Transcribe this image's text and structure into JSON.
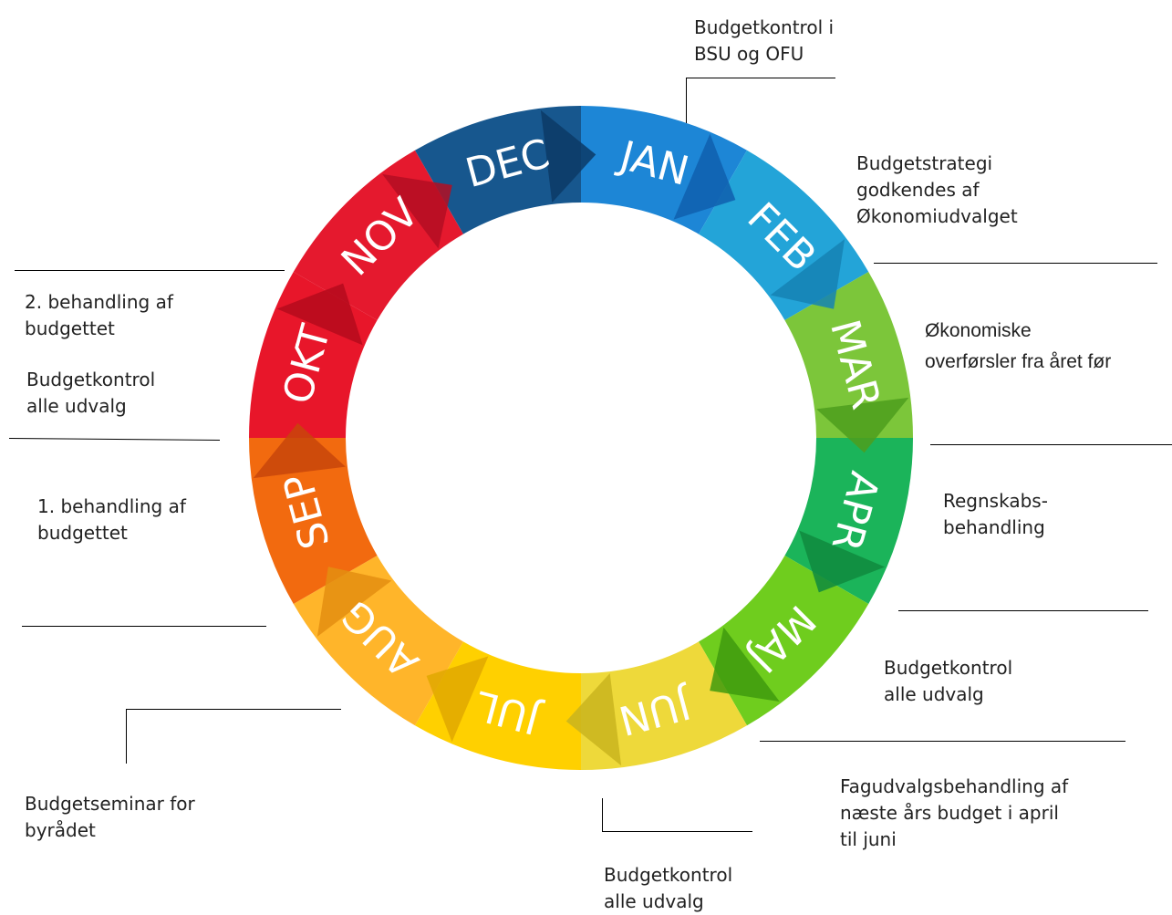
{
  "diagram": {
    "type": "annual-cycle-wheel",
    "months": [
      {
        "id": "jan",
        "label": "JAN",
        "color": "#1d86d6",
        "dark": "#0f5fae"
      },
      {
        "id": "feb",
        "label": "FEB",
        "color": "#23a4d8",
        "dark": "#1582b4"
      },
      {
        "id": "mar",
        "label": "MAR",
        "color": "#7cc63a",
        "dark": "#4e9d1d"
      },
      {
        "id": "apr",
        "label": "APR",
        "color": "#1bb45a",
        "dark": "#0f8a3e"
      },
      {
        "id": "maj",
        "label": "MAJ",
        "color": "#6fcd1e",
        "dark": "#3f9a0e"
      },
      {
        "id": "jun",
        "label": "JUN",
        "color": "#eed93a",
        "dark": "#c9b41e"
      },
      {
        "id": "jul",
        "label": "JUL",
        "color": "#ffd000",
        "dark": "#e0a800"
      },
      {
        "id": "aug",
        "label": "AUG",
        "color": "#ffb52a",
        "dark": "#e48e10"
      },
      {
        "id": "sep",
        "label": "SEP",
        "color": "#f26a0f",
        "dark": "#c8450a"
      },
      {
        "id": "okt",
        "label": "OKT",
        "color": "#e8162a",
        "dark": "#b50b1c"
      },
      {
        "id": "nov",
        "label": "NOV",
        "color": "#e5192e",
        "dark": "#b40e22"
      },
      {
        "id": "dec",
        "label": "DEC",
        "color": "#17578e",
        "dark": "#0c3a66"
      }
    ]
  },
  "annotations": {
    "jan": "Budgetkontrol i\nBSU og OFU",
    "feb": "Budgetstrategi\ngodkendes af\nØkonomiudvalget",
    "mar": "Økonomiske\noverførsler fra året før",
    "apr": "Regnskabs-\nbehandling",
    "maj": "Budgetkontrol\nalle udvalg",
    "jun": "Fagudvalgsbehandling af\nnæste års budget i april\ntil juni",
    "jun_bottom": "Budgetkontrol\nalle udvalg",
    "aug": "Budgetseminar for\nbyrådet",
    "sep": "1. behandling af\nbudgettet",
    "okt_a": "2. behandling af\nbudgettet",
    "okt_b": "Budgetkontrol\nalle udvalg"
  }
}
